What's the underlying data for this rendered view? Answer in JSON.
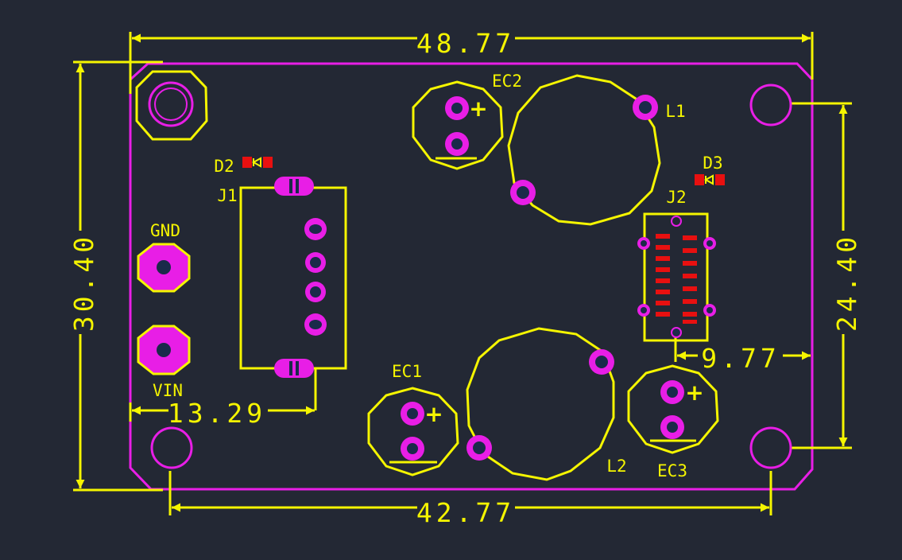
{
  "colors": {
    "background": "#232834",
    "outline": "#e81ee6",
    "silk": "#f5f500",
    "pad": "#e81ee6",
    "hole": "#1b2a4a",
    "smd": "#e81010"
  },
  "dimensions": {
    "top_width": "48.77",
    "bottom_width": "42.77",
    "left_height": "30.40",
    "right_height": "24.40",
    "j1_offset": "13.29",
    "j2_offset": "9.77"
  },
  "labels": {
    "ec1": "EC1",
    "ec2": "EC2",
    "ec3": "EC3",
    "l1": "L1",
    "l2": "L2",
    "d2": "D2",
    "d3": "D3",
    "j1": "J1",
    "j2": "J2",
    "gnd": "GND",
    "vin": "VIN"
  },
  "polarity_mark": "+"
}
